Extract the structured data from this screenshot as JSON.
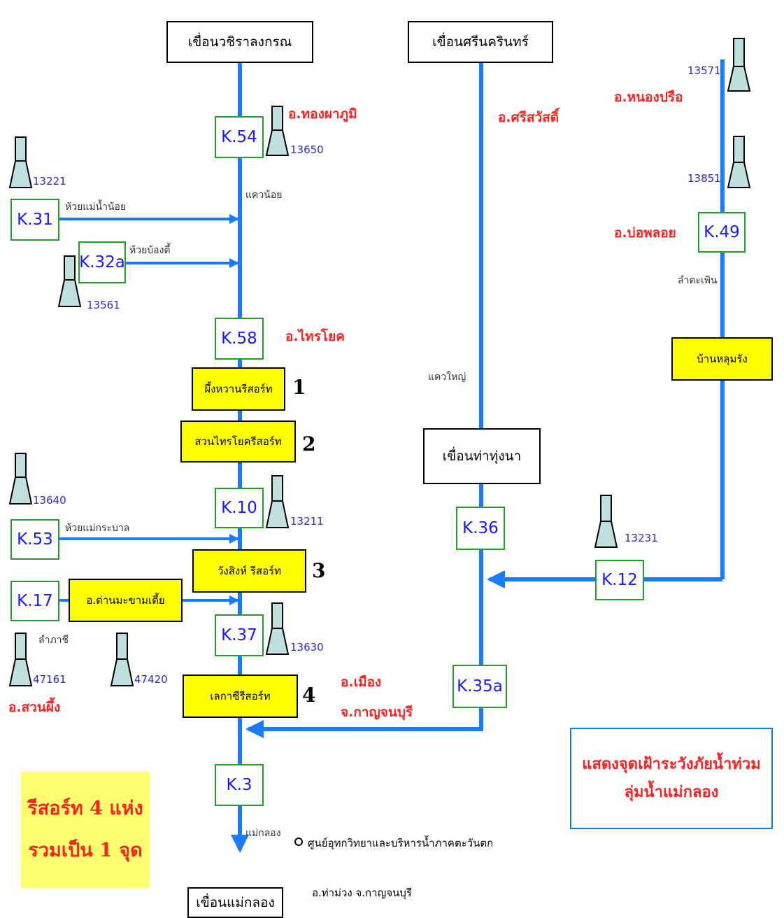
{
  "dams": {
    "vajiralongkorn": "เขื่อนวชิราลงกรณ",
    "srinagarind": "เขื่อนศรีนครินทร์",
    "tha_thung_na": "เขื่อนท่าทุ่งนา",
    "mae_klong": "เขื่อนแม่กลอง"
  },
  "stations": {
    "k54": "K.54",
    "k31": "K.31",
    "k32a": "K.32a",
    "k58": "K.58",
    "k10": "K.10",
    "k53": "K.53",
    "k17": "K.17",
    "k37": "K.37",
    "k3": "K.3",
    "k36": "K.36",
    "k35a": "K.35a",
    "k12": "K.12",
    "k49": "K.49"
  },
  "resorts": {
    "r1": "ผึ้งหวานรีสอร์ท",
    "r2": "สวนไทรโยครีสอร์ท",
    "r3": "วังสิงห์ รีสอร์ท",
    "r4": "เลกาซีรีสอร์ท"
  },
  "resort_numbers": {
    "n1": "1",
    "n2": "2",
    "n3": "3",
    "n4": "4"
  },
  "other_boxes": {
    "dan_makham_tia": "อ.ด่านมะขามเตี้ย",
    "ban_lum_rang": "บ้านหลุมรัง"
  },
  "gauges": {
    "g13650": "13650",
    "g13221": "13221",
    "g13561": "13561",
    "g13640": "13640",
    "g13211": "13211",
    "g13630": "13630",
    "g47161": "47161",
    "g47420": "47420",
    "g13571": "13571",
    "g13851": "13851",
    "g13231": "13231"
  },
  "districts": {
    "thong_pha_phum": "อ.ทองผาภูมิ",
    "sai_yok": "อ.ไทรโยค",
    "si_sawat": "อ.ศรีสวัสดิ์",
    "nong_prue": "อ.หนองปรือ",
    "bo_phloi": "อ.บ่อพลอย",
    "mueang": "อ.เมือง",
    "kanchanaburi": "จ.กาญจนบุรี",
    "suan_phueng": "อ.สวนผึ้ง"
  },
  "streams": {
    "khwae_noi": "แควน้อย",
    "huai_mae_nam_noi": "ห้วยแม่น้ำน้อย",
    "huai_bong_ti": "ห้วยบ้องตี้",
    "huai_mae_krabon": "ห้วยแม่กระบาล",
    "lam_phachi": "ลำภาชี",
    "khwae_yai": "แควใหญ่",
    "lam_taphoen": "ลำตะเพิน",
    "mae_klong": "แม่กลอง"
  },
  "notes": {
    "west_center": "ศูนย์อุทกวิทยาและบริหารน้ำภาคตะวันตก",
    "tha_muang": "อ.ท่าม่วง  จ.กาญจนบุรี"
  },
  "legend": {
    "line1": "รีสอร์ท 4 แห่ง",
    "line2": "รวมเป็น 1 จุด"
  },
  "title": {
    "line1": "แสดงจุดเฝ้าระวังภัยน้ำท่วม",
    "line2": "ลุ่มน้ำแม่กลอง"
  },
  "colors": {
    "river": "#1a7bff",
    "station_border": "#21a021",
    "resort_fill": "#ffff00",
    "district_text": "#ff2020",
    "gauge_fill": "#bfe0df"
  }
}
